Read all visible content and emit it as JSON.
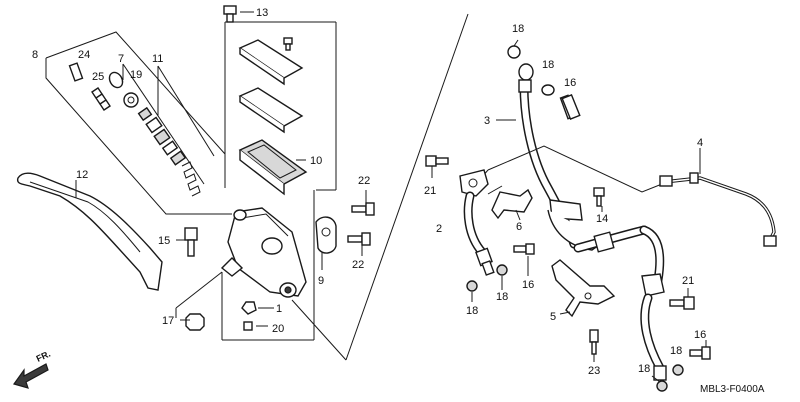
{
  "labels": {
    "l1": "1",
    "l2": "2",
    "l3": "3",
    "l4": "4",
    "l5": "5",
    "l6": "6",
    "l7": "7",
    "l8": "8",
    "l9": "9",
    "l10": "10",
    "l11": "11",
    "l12": "12",
    "l13": "13",
    "l14": "14",
    "l15": "15",
    "l16a": "16",
    "l16b": "16",
    "l16c": "16",
    "l17": "17",
    "l18a": "18",
    "l18b": "18",
    "l18c": "18",
    "l18d": "18",
    "l18e": "18",
    "l18f": "18",
    "l19": "19",
    "l20": "20",
    "l21a": "21",
    "l21b": "21",
    "l22a": "22",
    "l22b": "22",
    "l23": "23",
    "l24": "24",
    "l25": "25"
  },
  "direction_label": "FR.",
  "diagram_code": "MBL3-F0400A"
}
